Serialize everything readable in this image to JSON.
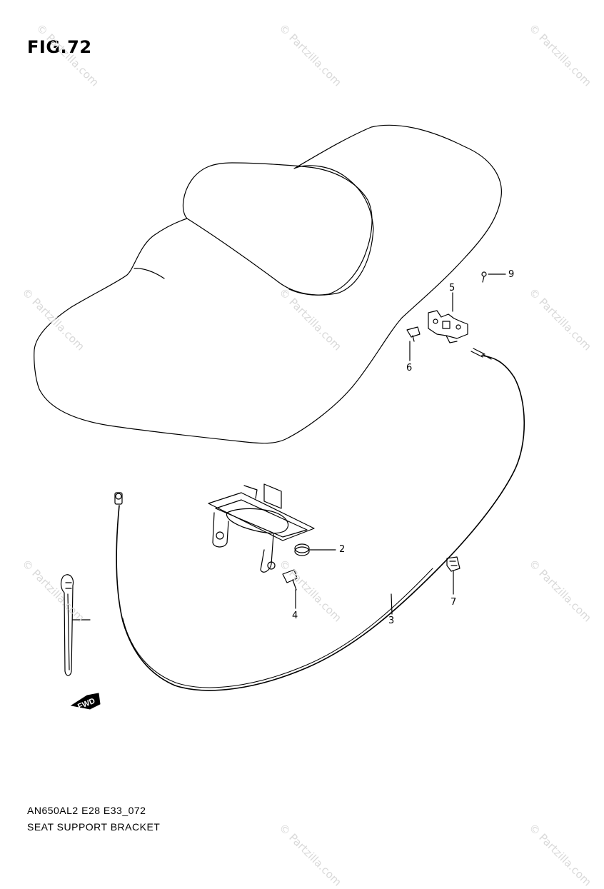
{
  "figure": {
    "title": "FIG.72",
    "code": "AN650AL2 E28 E33_072",
    "name": "SEAT SUPPORT BRACKET"
  },
  "callouts": [
    {
      "num": "2",
      "part": "seat-support-bracket-cushion"
    },
    {
      "num": "3",
      "part": "seat-lock-cable"
    },
    {
      "num": "4",
      "part": "bolt"
    },
    {
      "num": "5",
      "part": "seat-lock"
    },
    {
      "num": "6",
      "part": "screw"
    },
    {
      "num": "7",
      "part": "clamp"
    },
    {
      "num": "9",
      "part": "seat-lock-pin"
    }
  ],
  "direction_marker": {
    "label": "FWD",
    "icon": "arrow-left-icon"
  },
  "watermark": {
    "text": "© Partzilla.com"
  },
  "colors": {
    "line": "#000000",
    "watermark": "#d9d9d9"
  }
}
